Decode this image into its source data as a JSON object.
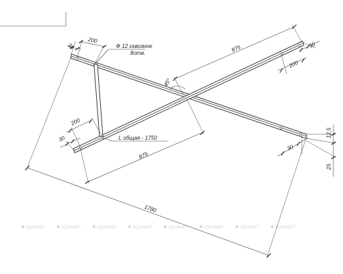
{
  "dimensions": {
    "total_length": "1780",
    "half_length_top": "875",
    "half_length_bottom": "875",
    "offset_200_top_left": "200",
    "offset_200_top_right": "200",
    "offset_200_bottom_left": "200",
    "offset_30_top_left": "30",
    "offset_30_top_right": "30",
    "offset_30_bottom_left": "30",
    "offset_30_bottom_right": "30",
    "profile_12_5": "12,5",
    "profile_25": "25",
    "angle": "45°"
  },
  "notes": {
    "hole_line1": "Ф 12 сквозное",
    "hole_line2": "8отв.",
    "total_length_note": "L общая - 1750"
  },
  "watermark": {
    "text": "AQUANET",
    "count": 8
  }
}
